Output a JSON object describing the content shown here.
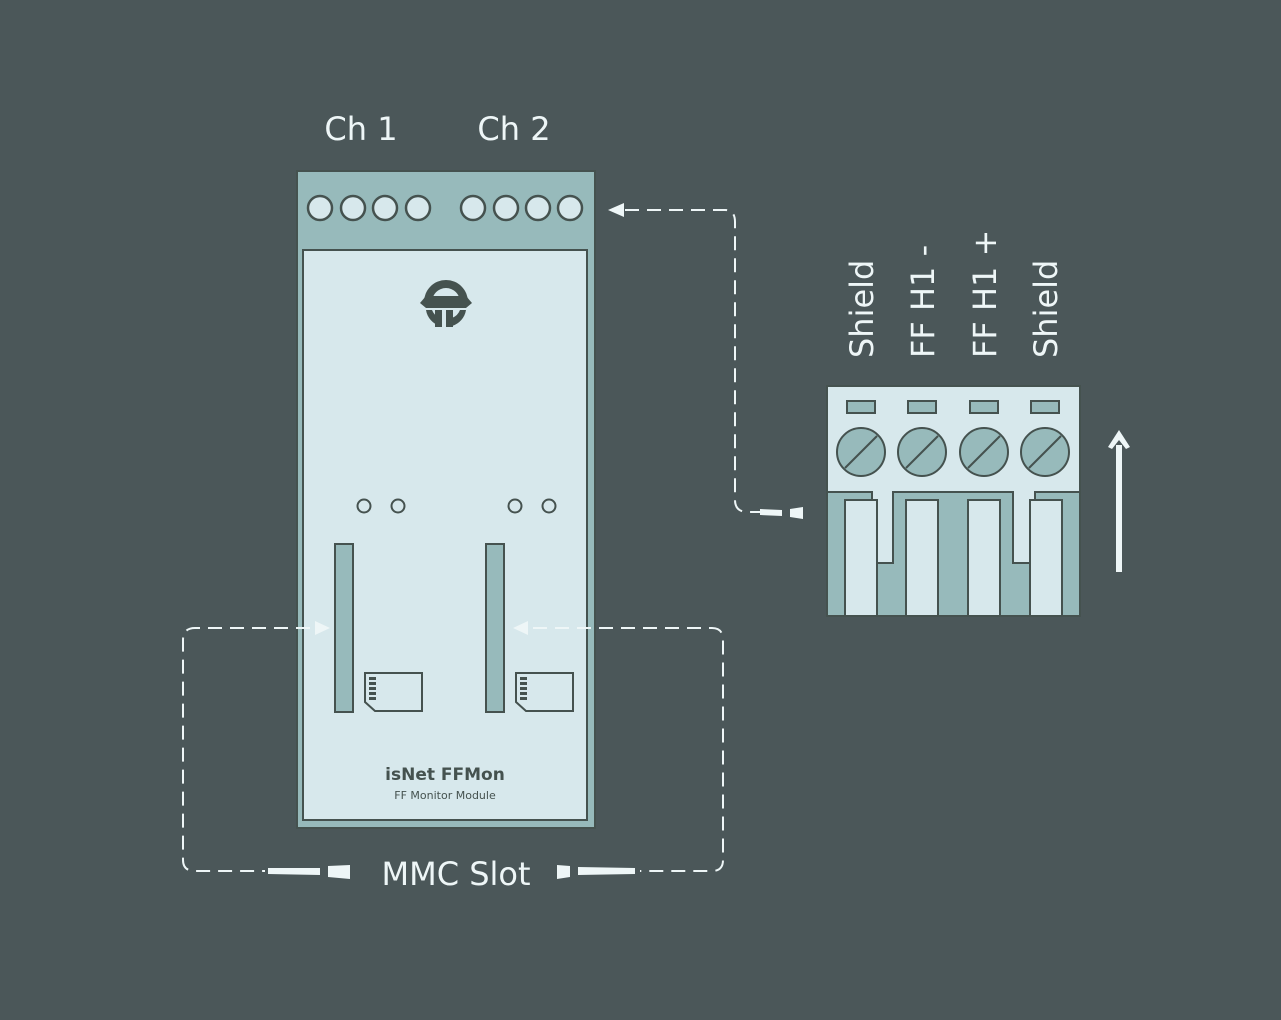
{
  "channels": {
    "ch1": "Ch 1",
    "ch2": "Ch 2"
  },
  "module": {
    "name": "isNet FFMon",
    "subtitle": "FF Monitor Module"
  },
  "connector": {
    "pins": [
      "Shield",
      "FF H1 -",
      "FF H1 +",
      "Shield"
    ]
  },
  "mmc_label": "MMC Slot",
  "colors": {
    "background": "#4b5759",
    "panel": "#97babb",
    "light": "#d7e8ec",
    "stroke": "#45524f",
    "label": "#eef6f7"
  }
}
